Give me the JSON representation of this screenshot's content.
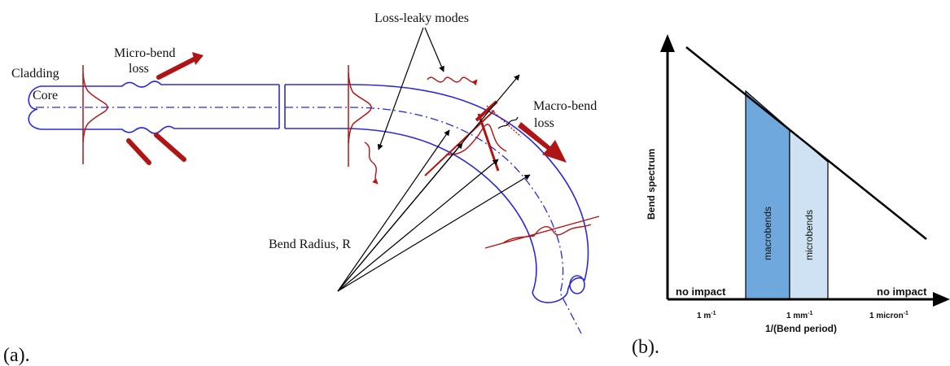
{
  "panel_a": {
    "label": "(a).",
    "cladding": "Cladding",
    "core": "Core",
    "micro_bend_loss_line1": "Micro-bend",
    "micro_bend_loss_line2": "loss",
    "loss_leaky_modes": "Loss-leaky modes",
    "macro_bend_loss_line1": "Macro-bend",
    "macro_bend_loss_line2": "loss",
    "bend_radius": "Bend Radius, R",
    "colors": {
      "fiber": "#2b2bd6",
      "loss": "#b01515"
    }
  },
  "panel_b": {
    "label": "(b).",
    "y_axis_label": "Bend spectrum",
    "x_axis_label": "1/(Bend period)",
    "ticks": [
      "1 m",
      "1 mm",
      "1 micron"
    ],
    "tick_superscript": "-1",
    "region_left": "no impact",
    "region_right": "no impact",
    "band_macro": "macrobends",
    "band_micro": "microbends",
    "colors": {
      "macro": "#6fa8dc",
      "micro": "#cfe2f3"
    }
  }
}
